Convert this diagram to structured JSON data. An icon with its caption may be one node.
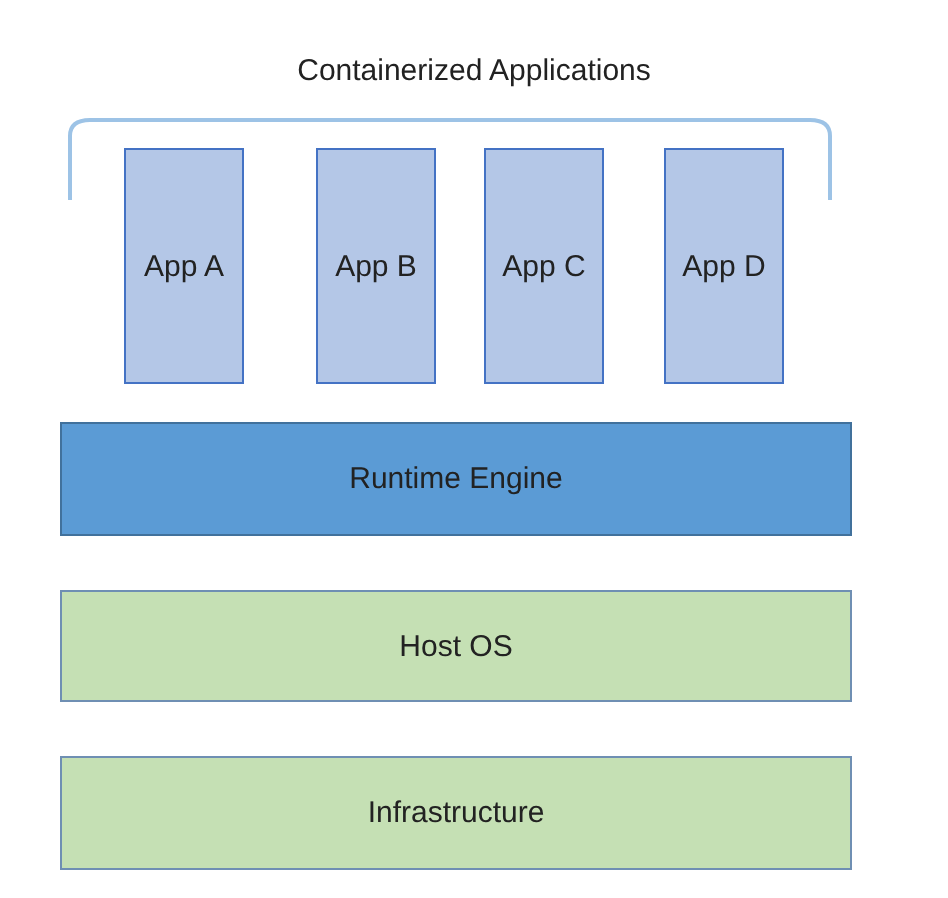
{
  "diagram": {
    "nodes": [
      {
        "text": [
          "App A"
        ]
      },
      {
        "text": [
          "App B"
        ]
      },
      {
        "text": [
          "App C"
        ]
      },
      {
        "text": [
          "App D"
        ]
      },
      {
        "text": [
          "Runtime Engine"
        ]
      },
      {
        "text": [
          "Host OS"
        ]
      },
      {
        "text": [
          "Infrastructure"
        ]
      }
    ],
    "labels": [
      "Containerized Applications"
    ]
  }
}
